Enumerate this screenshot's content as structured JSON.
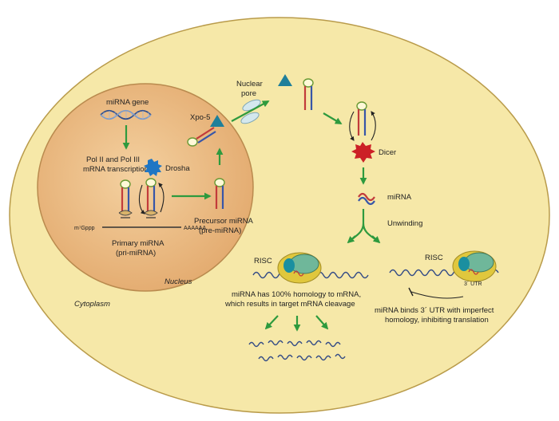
{
  "labels": {
    "mirna_gene": "miRNA gene",
    "transcription_line1": "Pol II and Pol III",
    "transcription_line2": "mRNA transcription",
    "drosha": "Drosha",
    "xpo5": "Xpo-5",
    "nuclear_pore_line1": "Nuclear",
    "nuclear_pore_line2": "pore",
    "cap": "m⁷Gppp",
    "polya": "AAAAAA",
    "primary_line1": "Primary miRNA",
    "primary_line2": "(pri-miRNA)",
    "precursor_line1": "Precursor miRNA",
    "precursor_line2": "(pre-miRNA)",
    "nucleus": "Nucleus",
    "cytoplasm": "Cytoplasm",
    "dicer": "Dicer",
    "mirna": "miRNA",
    "unwinding": "Unwinding",
    "risc_left": "RISC",
    "risc_right": "RISC",
    "utr": "3´ UTR",
    "cleavage_line1": "miRNA has 100% homology to mRNA,",
    "cleavage_line2": "which results in target mRNA cleavage",
    "inhibition_line1": "miRNA binds 3´ UTR with imperfect",
    "inhibition_line2": "homology, inhibiting translation"
  },
  "colors": {
    "cytoplasm_fill": "#f6e8a8",
    "cytoplasm_stroke": "#b99b4a",
    "nucleus_fill": "#e8b67a",
    "nucleus_stroke": "#b98a4e",
    "arrow": "#2e9a3e",
    "drosha": "#1f76c4",
    "dicer": "#cc2026",
    "xpo5": "#1f7f9a",
    "risc_outer": "#e0c73d",
    "risc_green": "#6fb79a",
    "risc_teal": "#1a8fa0"
  },
  "icons": [
    "dna-helix-icon",
    "drosha-icon",
    "dicer-icon",
    "xpo5-triangle-icon",
    "nuclear-pore-icon",
    "risc-complex-icon"
  ]
}
